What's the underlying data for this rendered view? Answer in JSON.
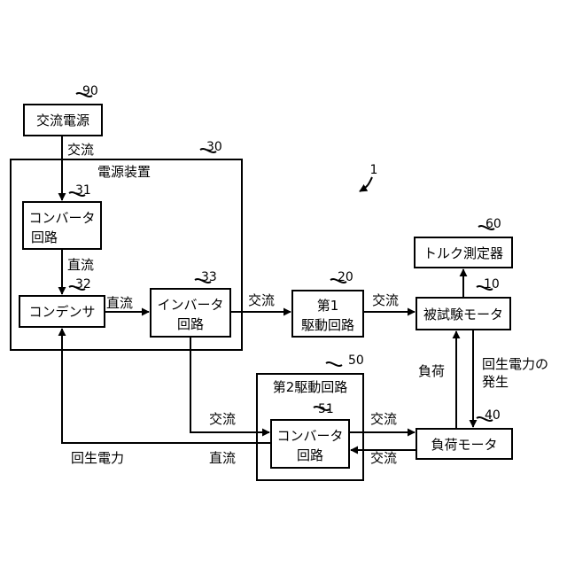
{
  "system_ref": "1",
  "blocks": {
    "ac_source": {
      "ref": "90",
      "label": "交流電源"
    },
    "power_device": {
      "ref": "30",
      "label": "電源装置"
    },
    "converter_31": {
      "ref": "31",
      "line1": "コンバータ",
      "line2": "回路"
    },
    "capacitor": {
      "ref": "32",
      "label": "コンデンサ"
    },
    "inverter": {
      "ref": "33",
      "line1": "インバータ",
      "line2": "回路"
    },
    "drive1": {
      "ref": "20",
      "line1": "第1",
      "line2": "駆動回路"
    },
    "torque_meter": {
      "ref": "60",
      "label": "トルク測定器"
    },
    "test_motor": {
      "ref": "10",
      "label": "被試験モータ"
    },
    "drive2": {
      "ref": "50",
      "label": "第2駆動回路"
    },
    "converter_51": {
      "ref": "51",
      "line1": "コンバータ",
      "line2": "回路"
    },
    "load_motor": {
      "ref": "40",
      "label": "負荷モータ"
    }
  },
  "signals": {
    "ac_from_source": "交流",
    "dc_conv_to_cap": "直流",
    "dc_cap_to_inv": "直流",
    "ac_inv_to_drive1": "交流",
    "ac_drive1_to_motor": "交流",
    "ac_inv_to_conv51": "交流",
    "dc_conv51_return": "直流",
    "regen_power": "回生電力",
    "ac_conv51_to_load": "交流",
    "ac_load_to_conv51": "交流",
    "load": "負荷",
    "regen_gen_line1": "回生電力の",
    "regen_gen_line2": "発生"
  }
}
